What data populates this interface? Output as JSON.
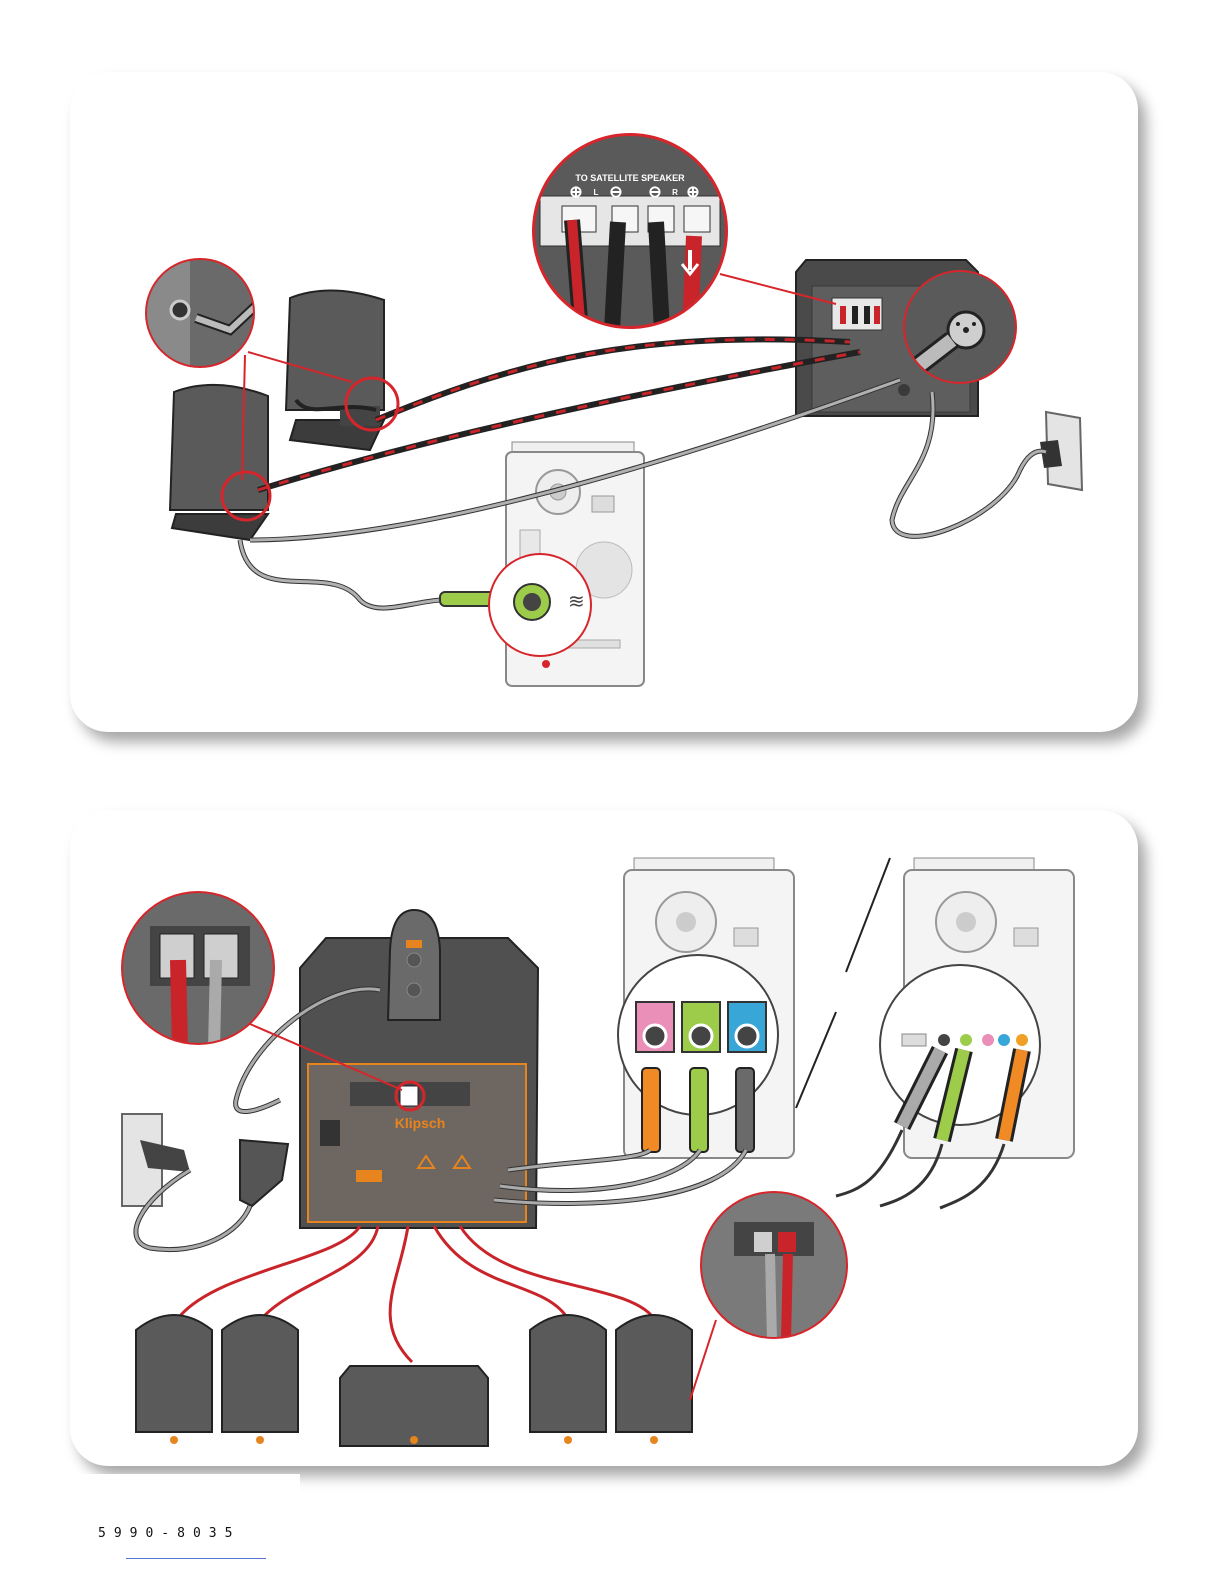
{
  "diagram_top": {
    "callout_header": "TO SATELLITE SPEAKER",
    "terminal_left_letter": "L",
    "terminal_right_letter": "R"
  },
  "diagram_bottom": {
    "brand_on_subwoofer": "Klipsch"
  },
  "barcode": {
    "digits": "5990-8035"
  },
  "colors": {
    "callout_red": "#d7262b",
    "cable_red": "#c8242a",
    "cable_black": "#222222",
    "speaker_gray": "#5a5a5a",
    "jack_green": "#9ccc4a",
    "jack_pink": "#e98fb8",
    "jack_blue": "#39a6d8",
    "plug_orange": "#f08a24",
    "brand_orange": "#e8841e"
  }
}
